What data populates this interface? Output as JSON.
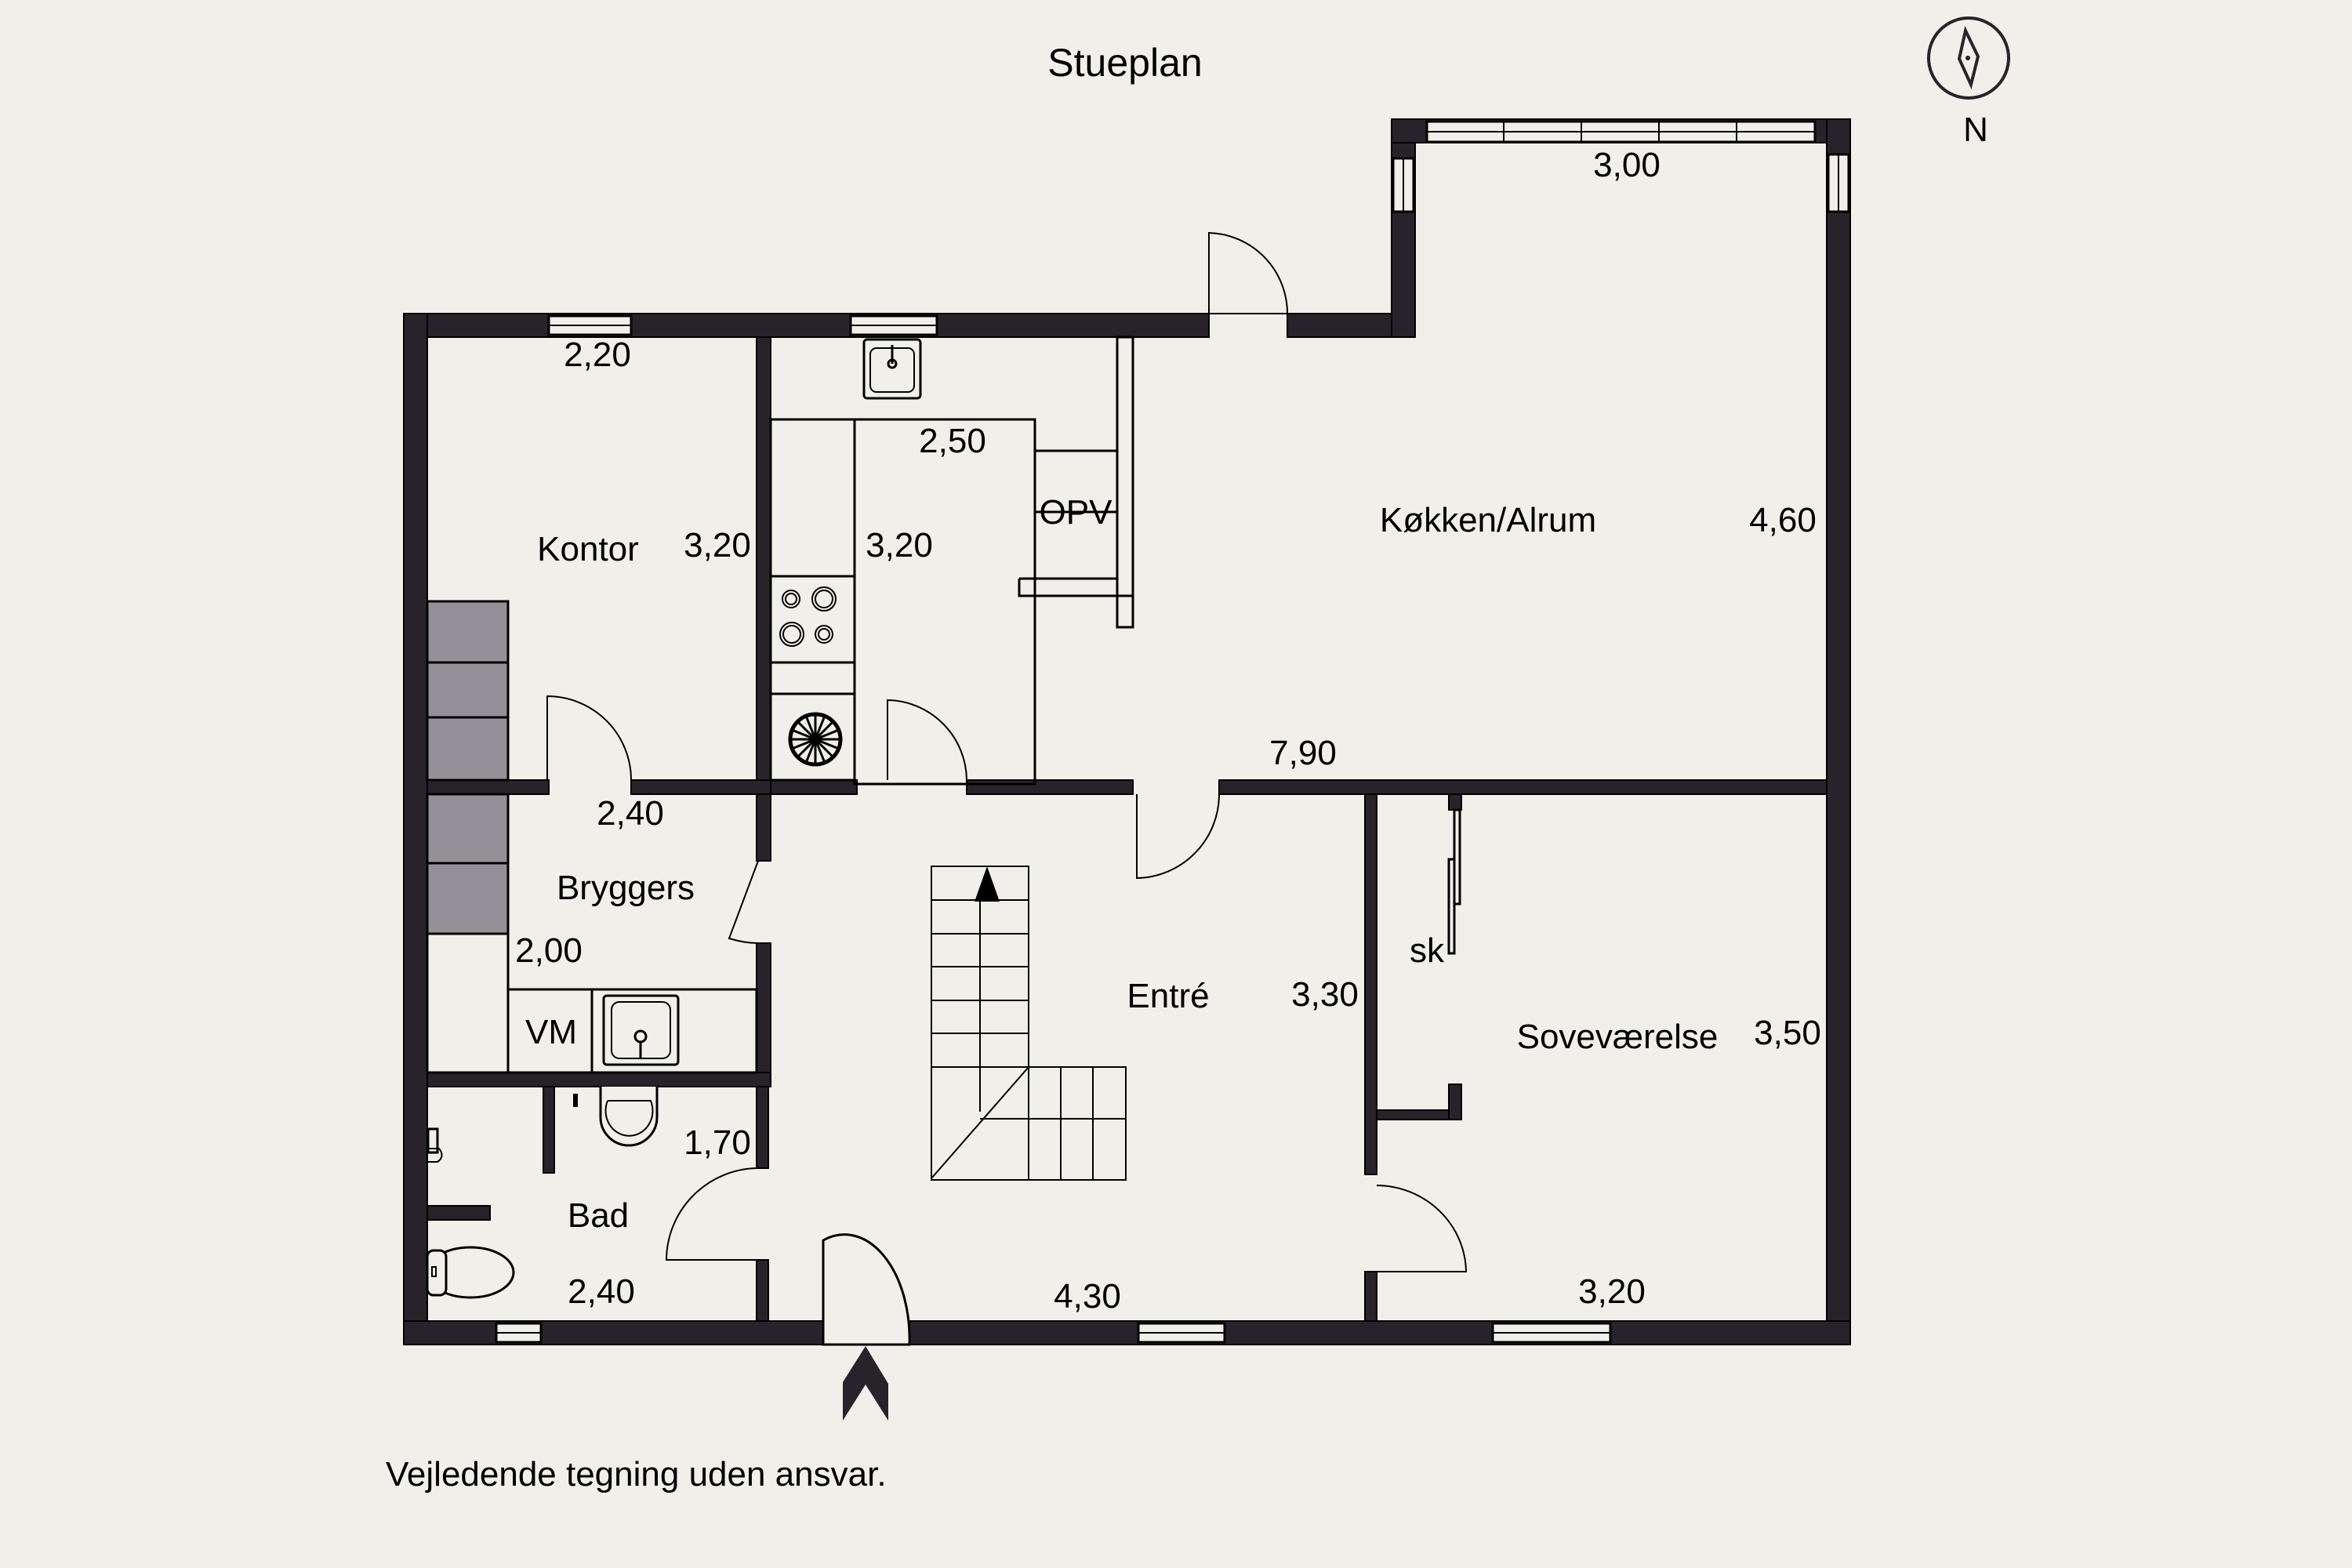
{
  "title": "Stueplan",
  "compass": {
    "label": "N"
  },
  "disclaimer": "Vejledende tegning uden ansvar.",
  "rooms": {
    "kontor": {
      "name": "Kontor",
      "width": "2,20",
      "depth": "3,20"
    },
    "kitchen": {
      "width": "2,50",
      "depth": "3,20",
      "dishwasher": "OPV"
    },
    "alrum": {
      "name": "Køkken/Alrum",
      "extension_width": "3,00",
      "depth": "4,60",
      "total_length": "7,90"
    },
    "bryggers": {
      "name": "Bryggers",
      "width": "2,40",
      "depth": "2,00",
      "washer": "VM"
    },
    "bad": {
      "name": "Bad",
      "depth": "1,70",
      "width": "2,40"
    },
    "entre": {
      "name": "Entré",
      "depth": "3,30",
      "width": "4,30"
    },
    "closet": {
      "name": "sk"
    },
    "sovevaerelse": {
      "name": "Soveværelse",
      "depth": "3,50",
      "width": "3,20"
    }
  },
  "colors": {
    "wall": "#28232b",
    "background": "#f0efe9",
    "appliance_grey": "#939197"
  }
}
